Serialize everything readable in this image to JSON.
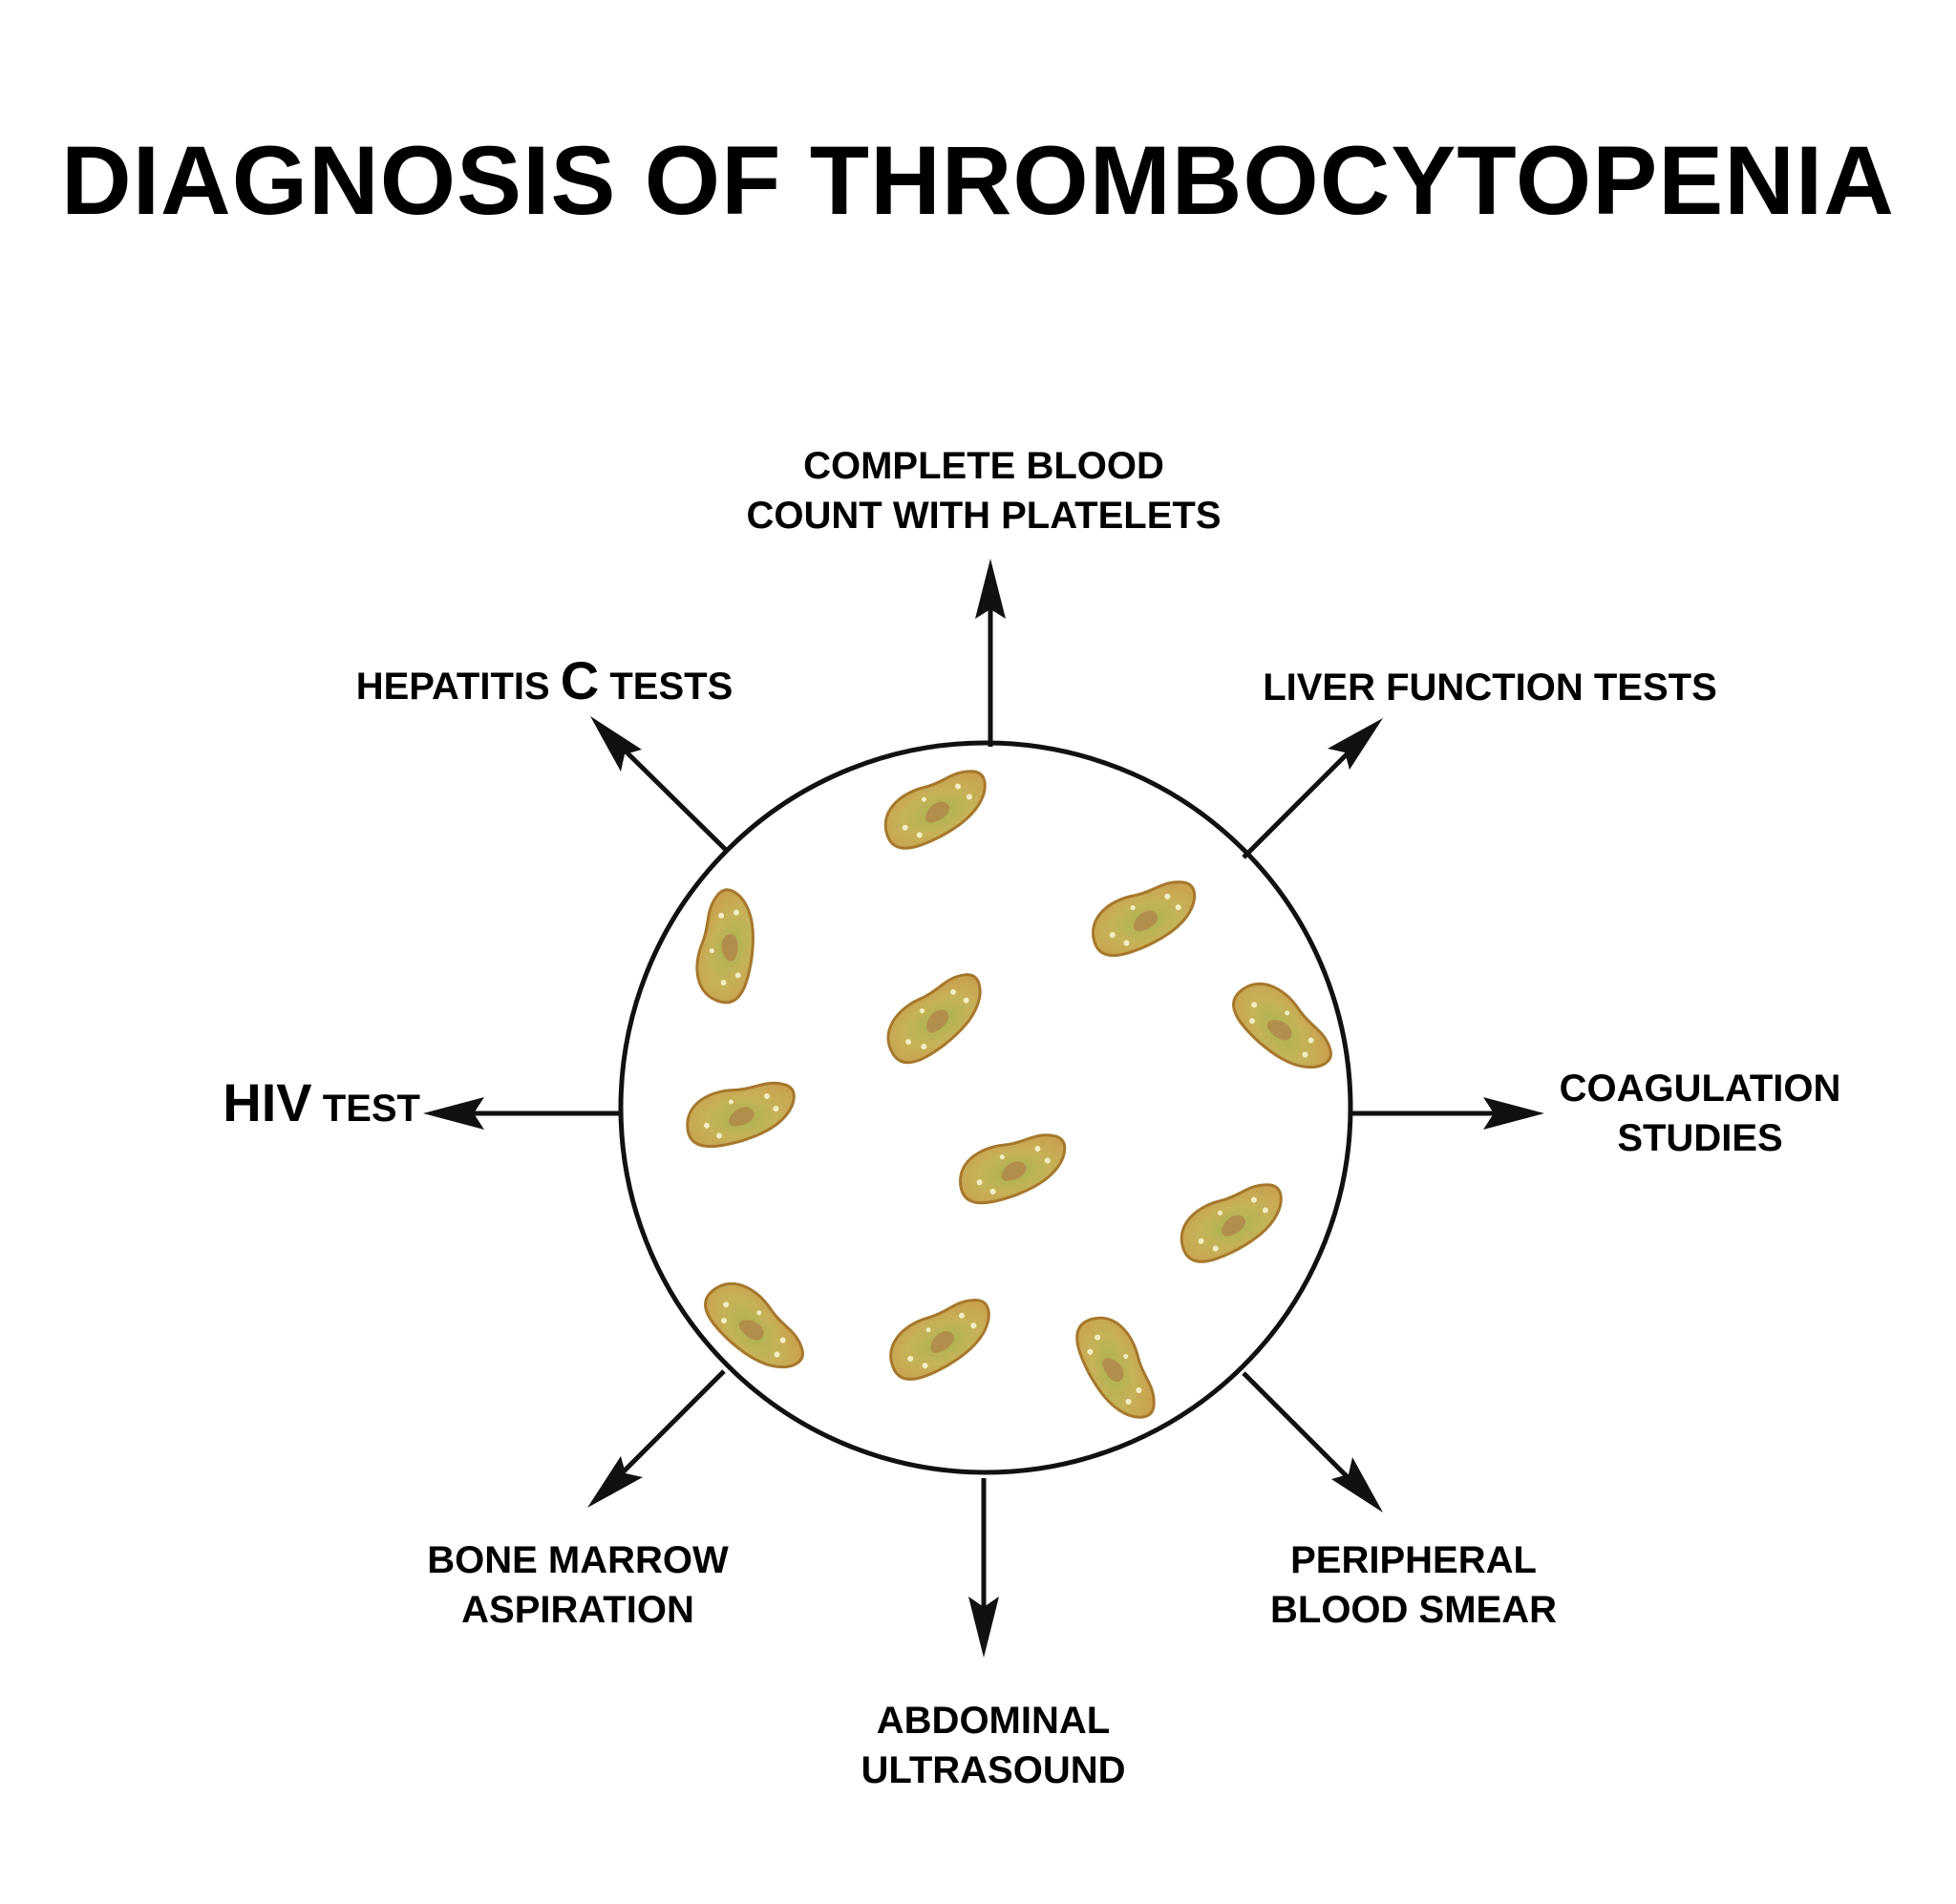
{
  "title": "DIAGNOSIS OF THROMBOCYTOPENIA",
  "colors": {
    "line": "#111111",
    "platelet_fill": "#c9a24f",
    "platelet_edge": "#a6782c",
    "platelet_green": "#a9b451",
    "nucleus": "#b2874a",
    "dot": "#f4edc4"
  },
  "center": {
    "icon": "platelets-circle"
  },
  "tests": {
    "cbc": {
      "line1": "COMPLETE BLOOD",
      "line2": "COUNT WITH PLATELETS"
    },
    "liver": {
      "text": "LIVER FUNCTION TESTS"
    },
    "coag": {
      "line1": "COAGULATION",
      "line2": "STUDIES"
    },
    "smear": {
      "line1": "PERIPHERAL",
      "line2": "BLOOD SMEAR"
    },
    "ultrasound": {
      "line1": "ABDOMINAL",
      "line2": "ULTRASOUND"
    },
    "marrow": {
      "line1": "BONE MARROW",
      "line2": "ASPIRATION"
    },
    "hiv": {
      "big": "HIV",
      "small": "TEST"
    },
    "hepc": {
      "prefix": "HEPATITIS",
      "big": "C",
      "suffix": "TESTS"
    }
  }
}
